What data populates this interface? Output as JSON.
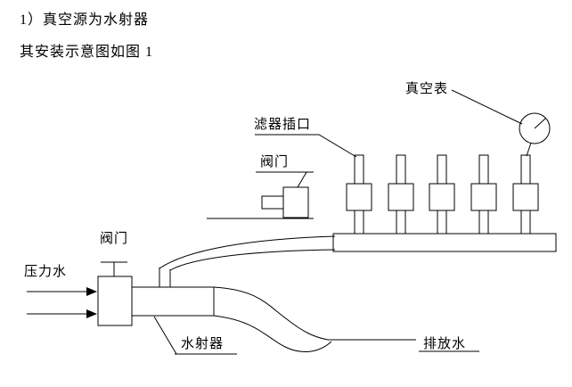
{
  "page": {
    "background": "#ffffff",
    "line_color": "#000000"
  },
  "heading": {
    "line1": "1）真空源为水射器",
    "line2": "其安装示意图如图 1"
  },
  "labels": {
    "vacuum_gauge": "真空表",
    "filter_port": "滤器插口",
    "valve_top": "阀门",
    "valve_left": "阀门",
    "pressure_water": "压力水",
    "water_ejector": "水射器",
    "discharge_water": "排放水"
  }
}
